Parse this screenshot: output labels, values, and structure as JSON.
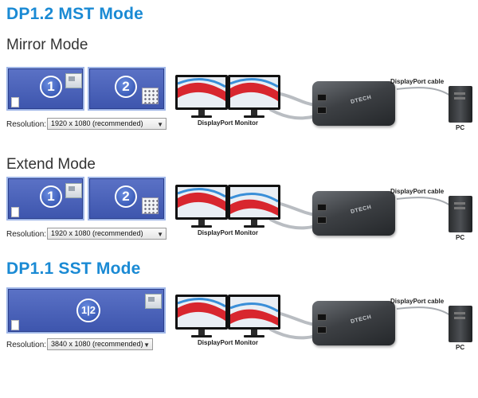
{
  "heading_mst": "DP1.2 MST Mode",
  "heading_sst": "DP1.1 SST Mode",
  "sections": [
    {
      "title": "Mirror Mode",
      "resolution_label": "Resolution:",
      "resolution_value": "1920 x 1080 (recommended)",
      "display_numbers": [
        "1",
        "2"
      ],
      "monitor_caption": "DisplayPort Monitor",
      "hub_brand": "DTECH",
      "cable_label": "DisplayPort cable",
      "pc_label": "PC"
    },
    {
      "title": "Extend Mode",
      "resolution_label": "Resolution:",
      "resolution_value": "1920 x 1080 (recommended)",
      "display_numbers": [
        "1",
        "2"
      ],
      "monitor_caption": "DisplayPort Monitor",
      "hub_brand": "DTECH",
      "cable_label": "DisplayPort cable",
      "pc_label": "PC"
    },
    {
      "resolution_label": "Resolution:",
      "resolution_value": "3840 x 1080 (recommended)",
      "display_numbers": [
        "1|2"
      ],
      "monitor_caption": "DisplayPort Monitor",
      "hub_brand": "DTECH",
      "cable_label": "DisplayPort cable",
      "pc_label": "PC"
    }
  ],
  "colors": {
    "heading": "#1a8ad4",
    "panel": "#4a63b8",
    "swoosh_red": "#d8262e",
    "swoosh_blue": "#3a8fd8"
  },
  "icons": [
    "dropdown-arrow-icon",
    "monitor-icon",
    "hub-icon",
    "pc-tower-icon",
    "keypad-icon"
  ]
}
